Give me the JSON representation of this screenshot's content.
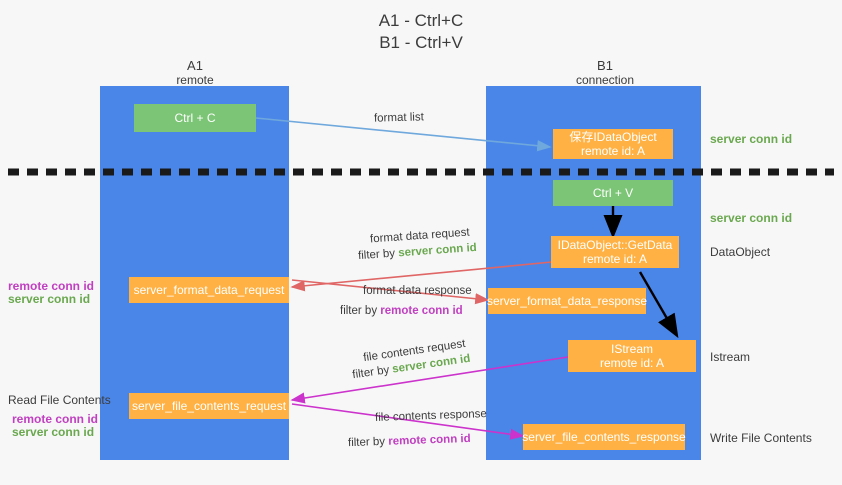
{
  "title": {
    "line1": "A1 - Ctrl+C",
    "line2": "B1 - Ctrl+V"
  },
  "columns": [
    {
      "name": "A1",
      "role": "remote"
    },
    {
      "name": "B1",
      "role": "connection"
    }
  ],
  "colors": {
    "lane": "#4a86e8",
    "green_box": "#7cc576",
    "orange_box": "#ffb143",
    "server_conn_id": "#6aa84f",
    "remote_conn_id": "#c13fc1",
    "arrow_blue": "#6fa8dc",
    "arrow_red": "#e06666",
    "arrow_magenta": "#cc33cc",
    "arrow_black": "#000000",
    "divider": "#1a1a1a"
  },
  "boxes": {
    "ctrl_c": {
      "line1": "Ctrl + C"
    },
    "ctrl_v": {
      "line1": "Ctrl + V"
    },
    "save_idataobject": {
      "line1": "保存IDataObject",
      "line2": "remote id: A"
    },
    "getdata": {
      "line1": "IDataObject::GetData",
      "line2": "remote id: A"
    },
    "istream": {
      "line1": "IStream",
      "line2": "remote id: A"
    },
    "server_format_data_request": {
      "line1": "server_format_data_request"
    },
    "server_format_data_response": {
      "line1": "server_format_data_response"
    },
    "server_file_contents_request": {
      "line1": "server_file_contents_request"
    },
    "server_file_contents_response": {
      "line1": "server_file_contents_response"
    }
  },
  "right_labels": {
    "server_conn_id_top": "server conn id",
    "server_conn_id_mid": "server conn id",
    "dataobject": "DataObject",
    "istream": "Istream",
    "write_file_contents": "Write File Contents"
  },
  "left_labels": {
    "remote_conn_id_1": "remote conn id",
    "server_conn_id_1": "server conn id",
    "read_file_contents": "Read File Contents",
    "remote_conn_id_2": "remote conn id",
    "server_conn_id_2": "server conn id"
  },
  "arrow_labels": {
    "format_list": "format list",
    "format_data_request": "format data request",
    "format_data_request_filter_prefix": "filter by ",
    "format_data_request_filter_value": "server conn id",
    "format_data_response": "format data response",
    "format_data_response_filter_prefix": "filter by ",
    "format_data_response_filter_value": "remote conn id",
    "file_contents_request": "file contents request",
    "file_contents_request_filter_prefix": "filter by ",
    "file_contents_request_filter_value": "server conn id",
    "file_contents_response": "file contents response",
    "file_contents_response_filter_prefix": "filter by ",
    "file_contents_response_filter_value": "remote conn id"
  }
}
